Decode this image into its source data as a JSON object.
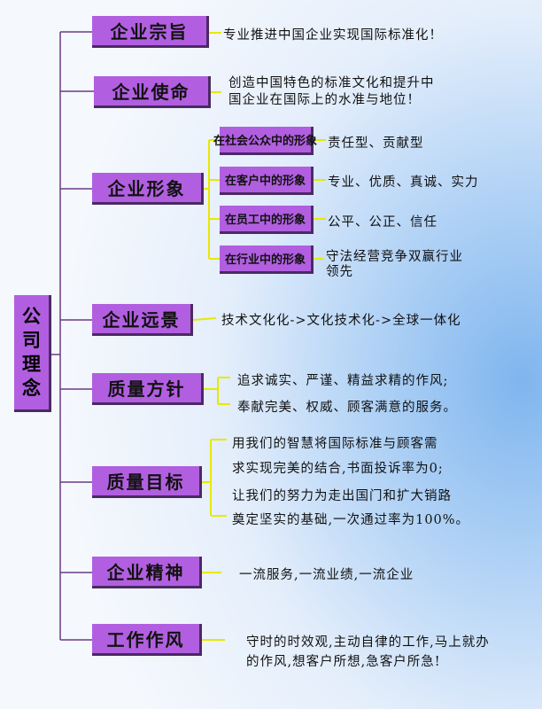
{
  "root": {
    "chars": [
      "公",
      "司",
      "理",
      "念"
    ]
  },
  "sections": {
    "mission_statement": {
      "label": "企业宗旨",
      "text": "专业推进中国企业实现国际标准化！"
    },
    "mission": {
      "label": "企业使命",
      "lines": [
        "创造中国特色的标准文化和提升中",
        "国企业在国际上的水准与地位！"
      ]
    },
    "image": {
      "label": "企业形象",
      "items": [
        {
          "label": "在社会公众中的形象",
          "text": "责任型、贡献型"
        },
        {
          "label": "在客户中的形象",
          "text": "专业、优质、真诚、实力"
        },
        {
          "label": "在员工中的形象",
          "text": "公平、公正、信任"
        },
        {
          "label": "在行业中的形象",
          "lines": [
            "守法经营竞争双赢行业",
            "领先"
          ]
        }
      ]
    },
    "vision": {
      "label": "企业远景",
      "text": "技术文化化->文化技术化->全球一体化"
    },
    "quality_policy": {
      "label": "质量方针",
      "lines": [
        "追求诚实、严谨、精益求精的作风;",
        "奉献完美、权威、顾客满意的服务。"
      ]
    },
    "quality_goal": {
      "label": "质量目标",
      "lines": [
        "用我们的智慧将国际标准与顾客需",
        "求实现完美的结合,书面投诉率为0;",
        "让我们的努力为走出国门和扩大销路",
        "奠定坚实的基础,一次通过率为100%。"
      ]
    },
    "spirit": {
      "label": "企业精神",
      "text": "一流服务,一流业绩,一流企业"
    },
    "work_style": {
      "label": "工作作风",
      "lines": [
        "守时的时效观,主动自律的工作,马上就办",
        "的作风,想客户所想,急客户所急!"
      ]
    }
  },
  "colors": {
    "box": "#b15fe0",
    "box_shadow": "#4a2a63",
    "connector_purple": "#6b3a87",
    "connector_yellow": "#e8e800"
  }
}
